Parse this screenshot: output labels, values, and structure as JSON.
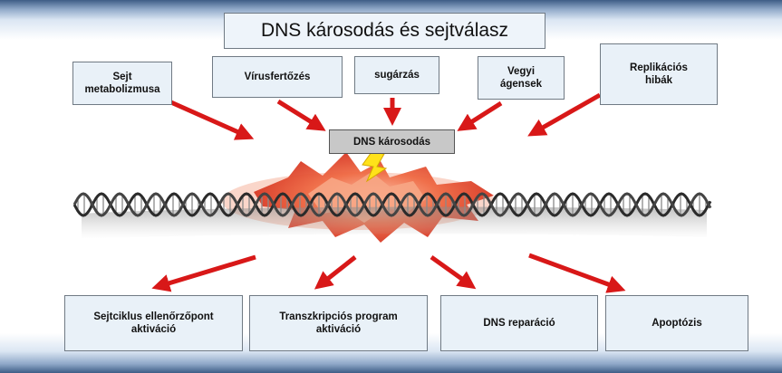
{
  "title": "DNS károsodás és sejtválasz",
  "causes": [
    {
      "label": "Sejt\nmetabolizmusa"
    },
    {
      "label": "Vírusfertőzés"
    },
    {
      "label": "sugárzás"
    },
    {
      "label": "Vegyi\nágensek"
    },
    {
      "label": "Replikációs\nhibák"
    }
  ],
  "center_label": "DNS károsodás",
  "responses": [
    {
      "label": "Sejtciklus ellenőrzőpont\naktiváció"
    },
    {
      "label": "Transzkripciós program\naktiváció"
    },
    {
      "label": "DNS reparáció"
    },
    {
      "label": "Apoptózis"
    }
  ],
  "colors": {
    "arrow": "#d81818",
    "box_fill": "#e9f1f8",
    "center_box": "#c8c8c8",
    "lightning": "#ffe21a",
    "burst": "#ef6a44"
  },
  "icons": [
    "dna-helix-icon",
    "lightning-icon",
    "damage-burst-icon"
  ]
}
